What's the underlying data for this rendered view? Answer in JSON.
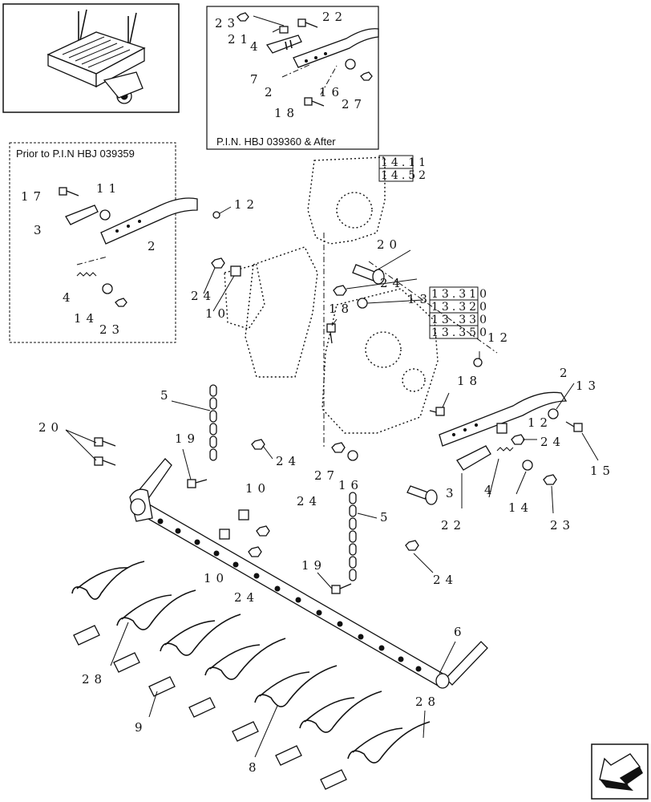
{
  "variants": {
    "early": "Prior to P.I.N HBJ 039359",
    "late": "P.I.N. HBJ 039360 & After"
  },
  "ref_groups": {
    "upper": [
      "14.11",
      "14.52"
    ],
    "middle": [
      "13.310",
      "13.320",
      "13.330",
      "13.350"
    ]
  },
  "callouts": {
    "inset_late": [
      "23",
      "22",
      "21",
      "4",
      "7",
      "2",
      "16",
      "27",
      "18"
    ],
    "inset_early": [
      "17",
      "11",
      "12",
      "3",
      "2",
      "4",
      "14",
      "23"
    ],
    "main_upper": [
      "20",
      "24",
      "24",
      "10",
      "13",
      "18",
      "12",
      "2",
      "13",
      "18",
      "12",
      "24",
      "15"
    ],
    "main_lower": [
      "5",
      "20",
      "19",
      "24",
      "27",
      "16",
      "3",
      "4",
      "14",
      "22",
      "23",
      "10",
      "24",
      "10",
      "24",
      "5",
      "19",
      "24",
      "6",
      "28",
      "28",
      "9",
      "8"
    ]
  },
  "icons": {
    "overview": "baler-overview-icon",
    "navigation": "next-page-arrow-icon"
  }
}
